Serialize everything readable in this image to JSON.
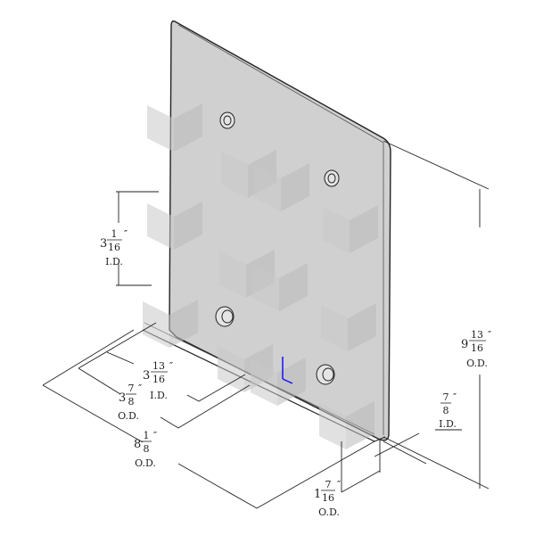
{
  "drawing": {
    "accent_axis_color": "#1010ff",
    "plate_color": "#d0d0d0",
    "dimensions": [
      {
        "id": "box-height",
        "whole": "3",
        "num": "1",
        "den": "16",
        "unit": "″",
        "type": "I.D."
      },
      {
        "id": "box-inner-width",
        "whole": "3",
        "num": "13",
        "den": "16",
        "unit": "″",
        "type": "I.D."
      },
      {
        "id": "box-outer-width",
        "whole": "3",
        "num": "7",
        "den": "8",
        "unit": "″",
        "type": "O.D."
      },
      {
        "id": "plate-width",
        "whole": "8",
        "num": "1",
        "den": "8",
        "unit": "″",
        "type": "O.D."
      },
      {
        "id": "plate-height",
        "whole": "9",
        "num": "13",
        "den": "16",
        "unit": "″",
        "type": "O.D."
      },
      {
        "id": "slot-depth",
        "whole": "",
        "num": "7",
        "den": "8",
        "unit": "″",
        "type": "I.D."
      },
      {
        "id": "box-depth",
        "whole": "1",
        "num": "7",
        "den": "16",
        "unit": "″",
        "type": "O.D."
      }
    ]
  }
}
